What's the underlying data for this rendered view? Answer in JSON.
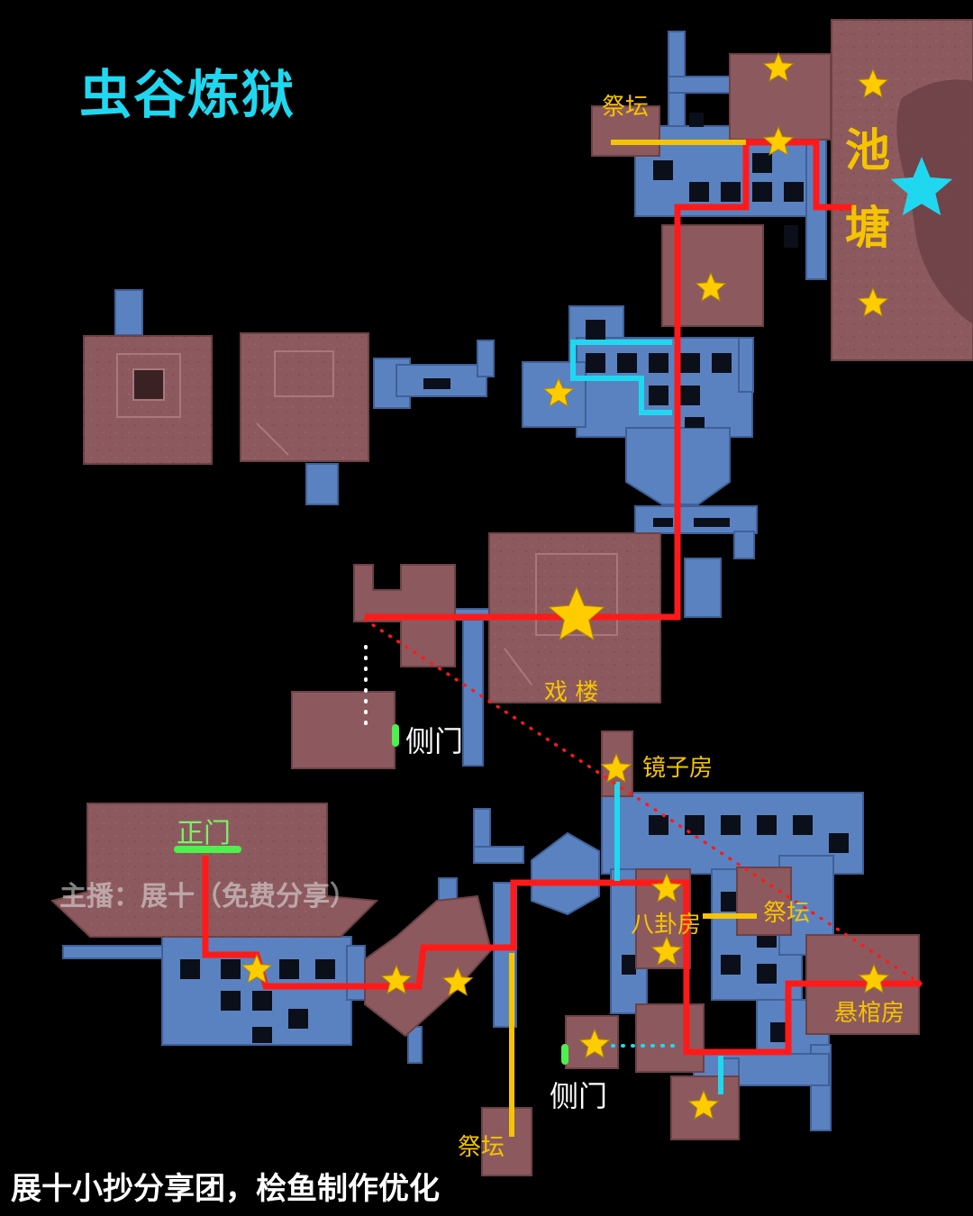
{
  "map": {
    "title": "虫谷炼狱",
    "footer": "展十小抄分享团，桧鱼制作优化",
    "watermark": "主播：展十（免费分享）",
    "labels": {
      "altar_top": "祭坛",
      "pond_1": "池",
      "pond_2": "塘",
      "theater": "戏  楼",
      "side_door_upper": "侧门",
      "mirror_room": "镜子房",
      "main_gate": "正门",
      "bagua_room": "八卦房",
      "altar_mid": "祭坛",
      "coffin_room": "悬棺房",
      "side_door_lower": "侧门",
      "altar_bottom": "祭坛"
    },
    "colors": {
      "background": "#000000",
      "room": "#8c5a5e",
      "corridor": "#5b82c0",
      "main_route": "#ff1a1a",
      "alt_route_yellow": "#f5c400",
      "alt_route_cyan": "#1fd8f0",
      "door": "#4df04d",
      "star": "#ffcc00",
      "title": "#1fd8f0"
    },
    "icons": [
      "star-icon",
      "boss-star-icon",
      "door-marker-icon"
    ]
  }
}
